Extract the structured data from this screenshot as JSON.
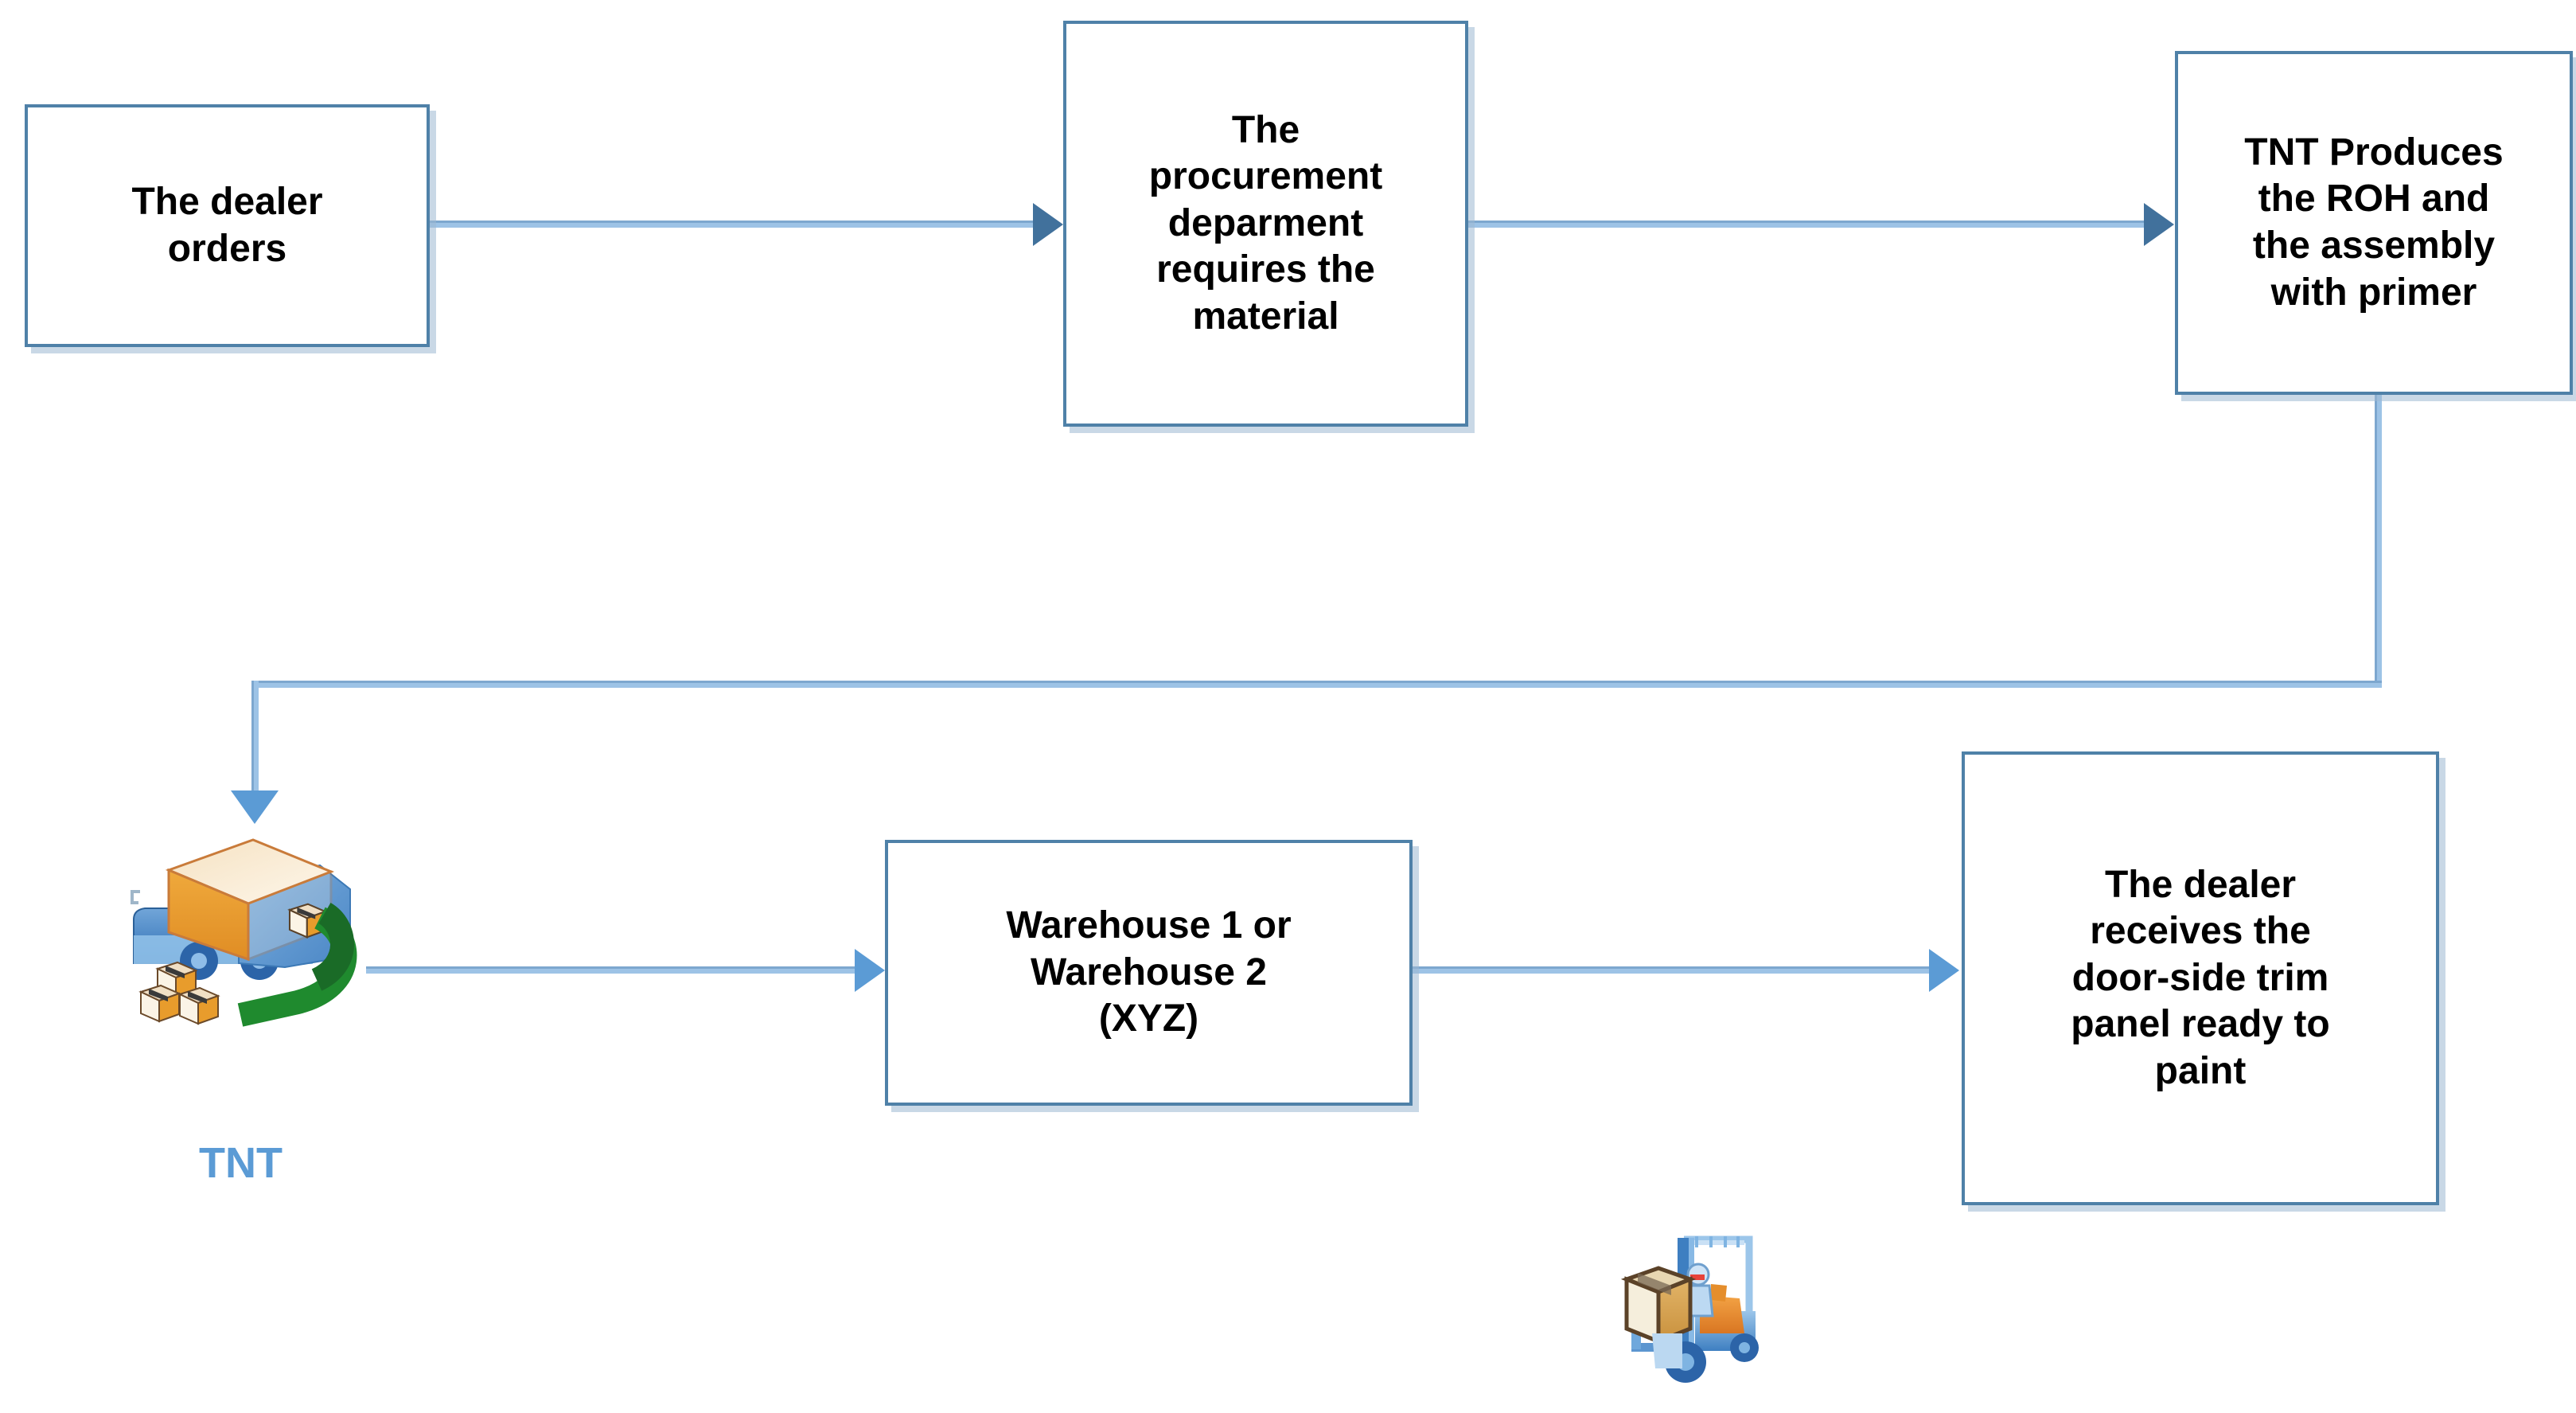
{
  "diagram": {
    "title": "Door-side trim panel supply chain flow",
    "colors": {
      "node_border": "#4F81A8",
      "node_shadow": "#9DB8D2",
      "connector_line": "#9DC3E6",
      "arrow_dark": "#41719C",
      "arrow_light": "#5B9BD5",
      "caption_text": "#5B9BD5",
      "node_text": "#000000",
      "background": "#FFFFFF"
    },
    "nodes": [
      {
        "id": "dealer-orders",
        "label": "The dealer\norders"
      },
      {
        "id": "procurement",
        "label": "The\nprocurement\ndeparment\nrequires the\nmaterial"
      },
      {
        "id": "tnt-produces",
        "label": "TNT Produces\nthe ROH and\nthe assembly\nwith primer"
      },
      {
        "id": "warehouse",
        "label": "Warehouse 1 or\nWarehouse 2\n(XYZ)"
      },
      {
        "id": "dealer-receives",
        "label": "The dealer\nreceives the\ndoor-side trim\npanel ready to\npaint"
      }
    ],
    "icons": [
      {
        "id": "delivery-truck",
        "name": "delivery-truck-icon",
        "caption": "TNT"
      },
      {
        "id": "forklift",
        "name": "forklift-icon",
        "caption": ""
      }
    ],
    "captions": {
      "truck": "TNT"
    },
    "edges": [
      {
        "from": "dealer-orders",
        "to": "procurement",
        "style": "straight",
        "arrow": "dark"
      },
      {
        "from": "procurement",
        "to": "tnt-produces",
        "style": "straight",
        "arrow": "dark"
      },
      {
        "from": "tnt-produces",
        "to": "delivery-truck",
        "style": "elbow",
        "arrow": "light"
      },
      {
        "from": "delivery-truck",
        "to": "warehouse",
        "style": "straight",
        "arrow": "light"
      },
      {
        "from": "warehouse",
        "to": "dealer-receives",
        "style": "straight",
        "arrow": "light"
      }
    ]
  }
}
